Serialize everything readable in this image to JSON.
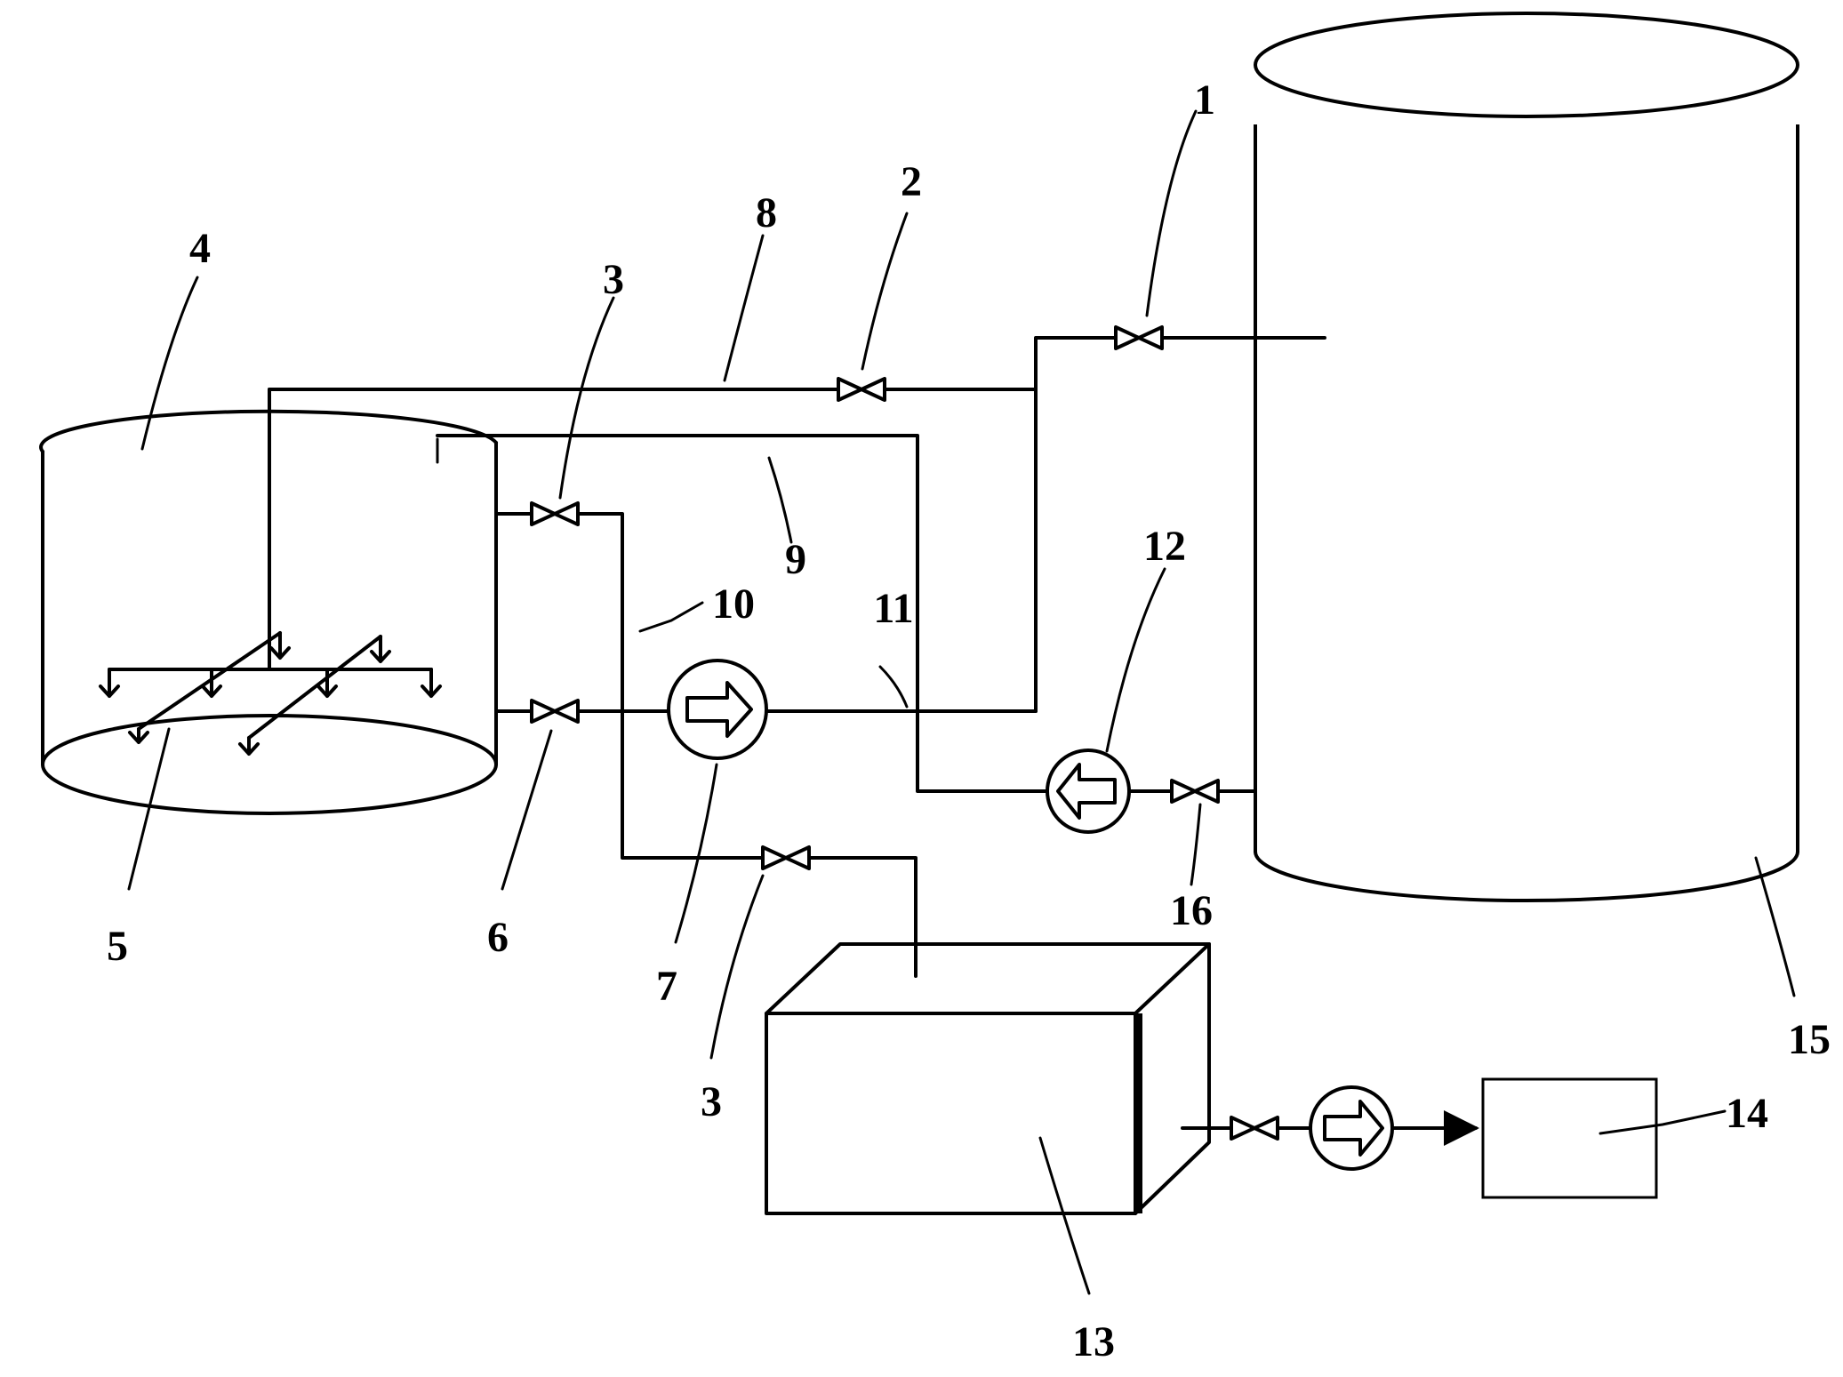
{
  "labels": {
    "l1": "1",
    "l2": "2",
    "l3_top": "3",
    "l3_bottom": "3",
    "l4": "4",
    "l5": "5",
    "l6": "6",
    "l7": "7",
    "l8": "8",
    "l9": "9",
    "l10": "10",
    "l11": "11",
    "l12": "12",
    "l13": "13",
    "l14": "14",
    "l15": "15",
    "l16": "16"
  },
  "colors": {
    "line": "#000000",
    "background": "#ffffff"
  }
}
